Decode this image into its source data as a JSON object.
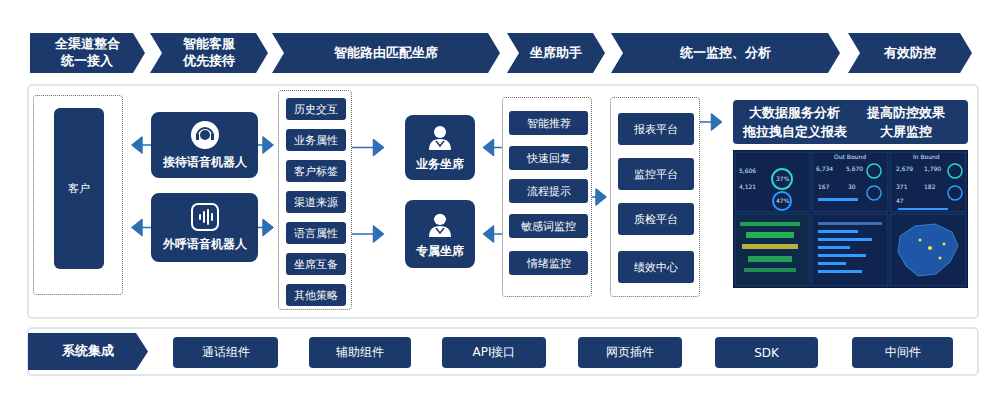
{
  "diagram": {
    "nodes": [
      {
        "text": [
          "全渠道整合 统一接入"
        ]
      },
      {
        "text": [
          "智能客服 优先接待"
        ]
      },
      {
        "text": [
          "智能路由匹配坐席"
        ]
      },
      {
        "text": [
          "坐席助手"
        ]
      },
      {
        "text": [
          "统一监控、分析"
        ]
      },
      {
        "text": [
          "有效防控"
        ]
      },
      {
        "text": []
      },
      {
        "text": [
          "客户"
        ],
        "in": 6
      },
      {
        "text": [
          "接待语音机器人"
        ]
      },
      {
        "text": [
          "外呼语音机器人"
        ]
      },
      {
        "text": []
      },
      {
        "text": [
          "历史交互"
        ],
        "in": 10
      },
      {
        "text": [
          "业务属性"
        ],
        "in": 10
      },
      {
        "text": [
          "客户标签"
        ],
        "in": 10
      },
      {
        "text": [
          "渠道来源"
        ],
        "in": 10
      },
      {
        "text": [
          "语言属性"
        ],
        "in": 10
      },
      {
        "text": [
          "坐席互备"
        ],
        "in": 10
      },
      {
        "text": [
          "其他策略"
        ],
        "in": 10
      },
      {
        "text": [
          "业务坐席"
        ]
      },
      {
        "text": [
          "专属坐席"
        ]
      },
      {
        "text": []
      },
      {
        "text": [
          "智能推荐"
        ],
        "in": 20
      },
      {
        "text": [
          "快速回复"
        ],
        "in": 20
      },
      {
        "text": [
          "流程提示"
        ],
        "in": 20
      },
      {
        "text": [
          "敏感词监控"
        ],
        "in": 20
      },
      {
        "text": [
          "情绪监控"
        ],
        "in": 20
      },
      {
        "text": []
      },
      {
        "text": [
          "报表平台"
        ],
        "in": 26
      },
      {
        "text": [
          "监控平台"
        ],
        "in": 26
      },
      {
        "text": [
          "质检平台"
        ],
        "in": 26
      },
      {
        "text": [
          "绩效中心"
        ],
        "in": 26
      },
      {
        "text": [
          "大数据服务分析",
          "提高防控效果",
          "拖拉拽自定义报表",
          "大屏监控"
        ]
      },
      {
        "text": [
          "系统集成"
        ]
      },
      {
        "text": [
          "通话组件"
        ]
      },
      {
        "text": [
          "辅助组件"
        ]
      },
      {
        "text": [
          "API接口"
        ]
      },
      {
        "text": [
          "网页插件"
        ]
      },
      {
        "text": [
          "SDK"
        ]
      },
      {
        "text": [
          "中间件"
        ]
      }
    ],
    "edges": [
      {
        "from": 8,
        "to": 6,
        "arrow": "to"
      },
      {
        "from": 9,
        "to": 6,
        "arrow": "to"
      },
      {
        "from": 8,
        "to": 10,
        "arrow": "to"
      },
      {
        "from": 9,
        "to": 10,
        "arrow": "to"
      },
      {
        "from": 10,
        "to": 18,
        "arrow": "to"
      },
      {
        "from": 10,
        "to": 19,
        "arrow": "to"
      },
      {
        "from": 20,
        "to": 18,
        "arrow": "to"
      },
      {
        "from": 20,
        "to": 19,
        "arrow": "to"
      },
      {
        "from": 20,
        "to": 26,
        "arrow": "to"
      },
      {
        "from": 26,
        "to": 31,
        "arrow": "to"
      }
    ],
    "labels": [
      "Out Bound",
      "In Bound",
      "5,606",
      "4,121",
      "37%",
      "6,734",
      "5,670",
      "47%",
      "167",
      "30",
      "2,679",
      "1,790",
      "371",
      "182",
      "47"
    ]
  }
}
